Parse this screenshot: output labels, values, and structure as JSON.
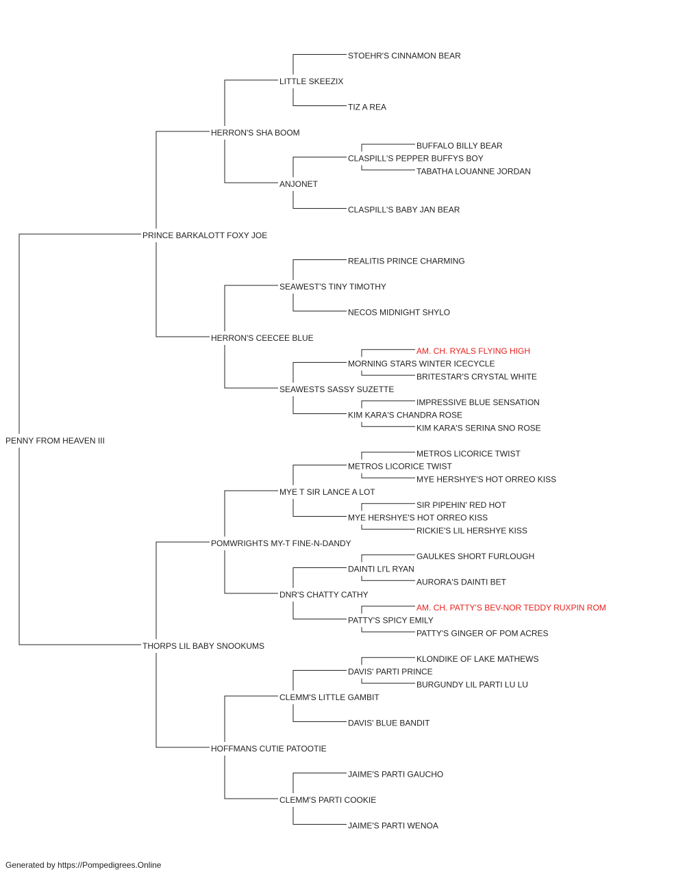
{
  "pedigree": {
    "name": "PENNY FROM HEAVEN III",
    "sire": {
      "name": "PRINCE BARKALOTT FOXY JOE",
      "sire": {
        "name": "HERRON'S SHA BOOM",
        "sire": {
          "name": "LITTLE SKEEZIX",
          "sire": {
            "name": "STOEHR'S CINNAMON BEAR"
          },
          "dam": {
            "name": "TIZ A REA"
          }
        },
        "dam": {
          "name": "ANJONET",
          "sire": {
            "name": "CLASPILL'S PEPPER BUFFYS BOY",
            "sire": {
              "name": "BUFFALO BILLY BEAR"
            },
            "dam": {
              "name": "TABATHA LOUANNE JORDAN"
            }
          },
          "dam": {
            "name": "CLASPILL'S BABY JAN BEAR"
          }
        }
      },
      "dam": {
        "name": "HERRON'S CEECEE BLUE",
        "sire": {
          "name": "SEAWEST'S TINY TIMOTHY",
          "sire": {
            "name": "REALITIS PRINCE CHARMING"
          },
          "dam": {
            "name": "NECOS MIDNIGHT SHYLO"
          }
        },
        "dam": {
          "name": "SEAWESTS SASSY SUZETTE",
          "sire": {
            "name": "MORNING STARS WINTER ICECYCLE",
            "sire": {
              "name": "AM. CH. RYALS FLYING HIGH",
              "champion": true
            },
            "dam": {
              "name": "BRITESTAR'S CRYSTAL WHITE"
            }
          },
          "dam": {
            "name": "KIM KARA'S CHANDRA ROSE",
            "sire": {
              "name": "IMPRESSIVE BLUE SENSATION"
            },
            "dam": {
              "name": "KIM KARA'S SERINA SNO ROSE"
            }
          }
        }
      }
    },
    "dam": {
      "name": "THORPS LIL BABY SNOOKUMS",
      "sire": {
        "name": "POMWRIGHTS MY-T FINE-N-DANDY",
        "sire": {
          "name": "MYE T SIR LANCE A LOT",
          "sire": {
            "name": "METROS LICORICE TWIST",
            "sire": {
              "name": "METROS LICORICE TWIST"
            },
            "dam": {
              "name": "MYE HERSHYE'S HOT ORREO KISS"
            }
          },
          "dam": {
            "name": "MYE HERSHYE'S HOT ORREO KISS",
            "sire": {
              "name": "SIR PIPEHIN' RED HOT"
            },
            "dam": {
              "name": "RICKIE'S LIL HERSHYE KISS"
            }
          }
        },
        "dam": {
          "name": "DNR'S CHATTY CATHY",
          "sire": {
            "name": "DAINTI LI'L RYAN",
            "sire": {
              "name": "GAULKES SHORT FURLOUGH"
            },
            "dam": {
              "name": "AURORA'S DAINTI BET"
            }
          },
          "dam": {
            "name": "PATTY'S SPICY EMILY",
            "sire": {
              "name": "AM. CH. PATTY'S BEV-NOR TEDDY RUXPIN ROM",
              "champion": true
            },
            "dam": {
              "name": "PATTY'S GINGER OF POM ACRES"
            }
          }
        }
      },
      "dam": {
        "name": "HOFFMANS CUTIE PATOOTIE",
        "sire": {
          "name": "CLEMM'S LITTLE GAMBIT",
          "sire": {
            "name": "DAVIS' PARTI PRINCE",
            "sire": {
              "name": "KLONDIKE OF LAKE MATHEWS"
            },
            "dam": {
              "name": "BURGUNDY LIL PARTI LU LU"
            }
          },
          "dam": {
            "name": "DAVIS' BLUE BANDIT"
          }
        },
        "dam": {
          "name": "CLEMM'S PARTI COOKIE",
          "sire": {
            "name": "JAIME'S PARTI GAUCHO"
          },
          "dam": {
            "name": "JAIME'S PARTI WENOA"
          }
        }
      }
    }
  },
  "colors": {
    "text": "#222222",
    "champion": "#e8201c",
    "line": "#222222"
  },
  "footer": {
    "text": "Generated by https://Pompedigrees.Online"
  }
}
